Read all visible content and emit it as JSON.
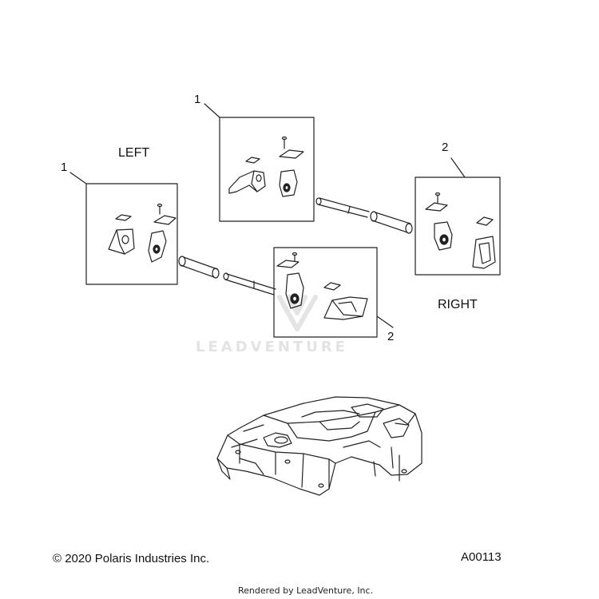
{
  "labels": {
    "left": "LEFT",
    "right": "RIGHT",
    "callout_1_top": "1",
    "callout_1_left": "1",
    "callout_2_right": "2",
    "callout_2_bottom": "2"
  },
  "watermark": "LEADVENTURE",
  "footer": {
    "copyright": "© 2020 Polaris Industries Inc.",
    "figure_code": "A00113",
    "rendered_by": "Rendered by LeadVenture, Inc."
  }
}
